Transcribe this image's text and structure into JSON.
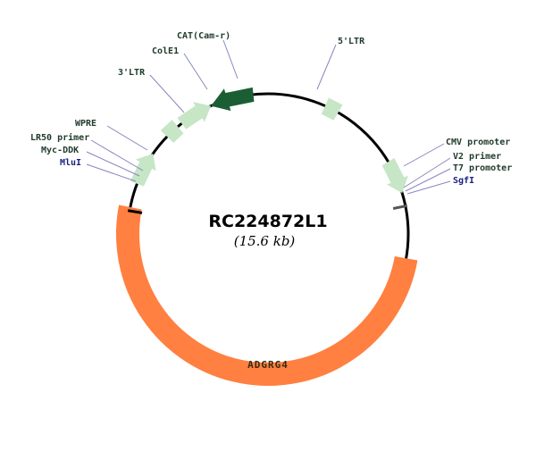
{
  "plasmid": {
    "name": "RC224872L1",
    "size": "(15.6 kb)"
  },
  "gene": {
    "label": "ADGRG4",
    "color": "#ff8040"
  },
  "colors": {
    "backbone": "#000000",
    "feature_light": "#c6e6c6",
    "feature_dark": "#1b5e34",
    "leader": "#8a86c0",
    "label_dark": "#1e3a2a",
    "label_blue": "#1a237e"
  },
  "labels": {
    "cat": "CAT(Cam-r)",
    "cole1": "ColE1",
    "ltr3": "3'LTR",
    "ltr5": "5'LTR",
    "wpre": "WPRE",
    "lr50": "LR50 primer",
    "mycddk": "Myc-DDK",
    "mlui": "MluI",
    "cmv": "CMV promoter",
    "v2": "V2 primer",
    "t7": "T7 promoter",
    "sgfi": "SgfI"
  }
}
